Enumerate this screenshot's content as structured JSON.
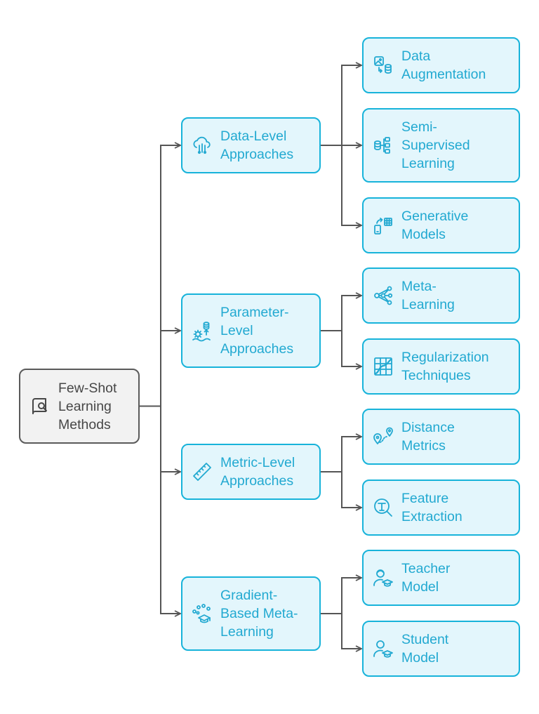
{
  "colors": {
    "root_fill": "#f2f2f2",
    "root_stroke": "#5a5a5a",
    "root_text": "#474747",
    "node_fill": "#e3f6fc",
    "node_stroke": "#17b3da",
    "node_text": "#22a9d1",
    "connector": "#555555"
  },
  "root": {
    "label": "Few-Shot\nLearning\nMethods",
    "icon": "book-search-icon"
  },
  "categories": [
    {
      "id": "data-level",
      "label": "Data-Level\nApproaches",
      "icon": "cloud-circuit-icon",
      "children": [
        {
          "id": "data-augmentation",
          "label": "Data\nAugmentation",
          "icon": "image-database-icon"
        },
        {
          "id": "semi-supervised",
          "label": "Semi-\nSupervised\nLearning",
          "icon": "database-network-icon"
        },
        {
          "id": "generative-models",
          "label": "Generative\nModels",
          "icon": "device-grid-icon"
        }
      ]
    },
    {
      "id": "parameter-level",
      "label": "Parameter-\nLevel\nApproaches",
      "icon": "gears-database-icon",
      "children": [
        {
          "id": "meta-learning",
          "label": "Meta-\nLearning",
          "icon": "share-network-icon"
        },
        {
          "id": "regularization",
          "label": "Regularization\nTechniques",
          "icon": "chart-grid-icon"
        }
      ]
    },
    {
      "id": "metric-level",
      "label": "Metric-Level\nApproaches",
      "icon": "ruler-icon",
      "children": [
        {
          "id": "distance-metrics",
          "label": "Distance\nMetrics",
          "icon": "route-pins-icon"
        },
        {
          "id": "feature-extraction",
          "label": "Feature\nExtraction",
          "icon": "text-magnifier-icon"
        }
      ]
    },
    {
      "id": "gradient-based",
      "label": "Gradient-\nBased Meta-\nLearning",
      "icon": "graduation-network-icon",
      "children": [
        {
          "id": "teacher-model",
          "label": "Teacher\nModel",
          "icon": "teacher-icon"
        },
        {
          "id": "student-model",
          "label": "Student\nModel",
          "icon": "student-icon"
        }
      ]
    }
  ]
}
